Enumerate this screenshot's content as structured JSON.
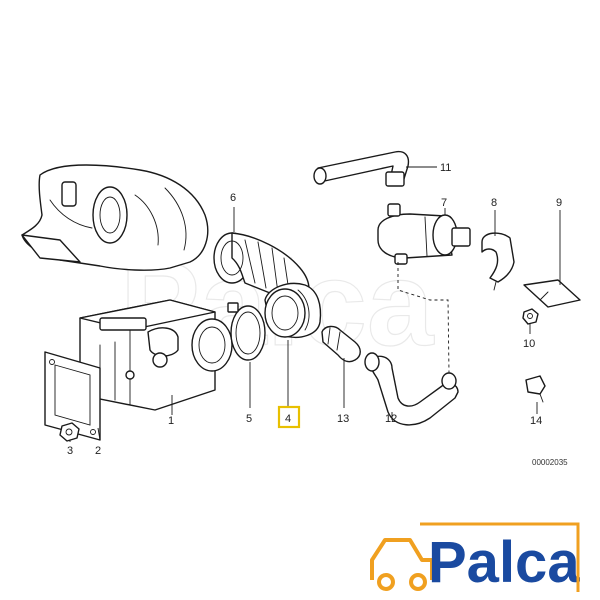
{
  "diagram": {
    "labels": [
      {
        "id": "1",
        "text": "1"
      },
      {
        "id": "2",
        "text": "2"
      },
      {
        "id": "3",
        "text": "3"
      },
      {
        "id": "4",
        "text": "4",
        "highlight": true
      },
      {
        "id": "5",
        "text": "5"
      },
      {
        "id": "6",
        "text": "6"
      },
      {
        "id": "7",
        "text": "7"
      },
      {
        "id": "8",
        "text": "8"
      },
      {
        "id": "9",
        "text": "9"
      },
      {
        "id": "10",
        "text": "10"
      },
      {
        "id": "11",
        "text": "11"
      },
      {
        "id": "12",
        "text": "12"
      },
      {
        "id": "13",
        "text": "13"
      },
      {
        "id": "14",
        "text": "14"
      }
    ],
    "reference_number": "00002035",
    "highlight_color": "#e8c000"
  },
  "logo": {
    "text": "Palca",
    "text_color": "#1a4aa0",
    "icon_color": "#f0a020",
    "icon": "car-icon"
  },
  "watermark": {
    "text": "Palca"
  }
}
